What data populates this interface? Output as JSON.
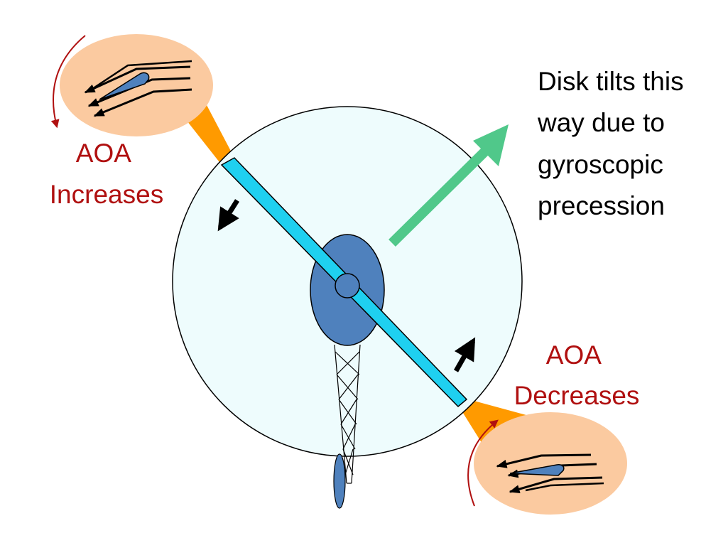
{
  "labels": {
    "aoa_increases": [
      "AOA",
      "Increases"
    ],
    "aoa_decreases": [
      "AOA",
      "Decreases"
    ],
    "disk_tilt": [
      "Disk tilts this",
      "way due to",
      "gyroscopic",
      "precession"
    ]
  },
  "colors": {
    "rotor_disk": "#eefcfd",
    "blade": "#1fd0f0",
    "hub": "#4f81bd",
    "callout_cone": "#ff9a00",
    "callout_bubble": "#fbcaa0",
    "precession_arrow": "#50c88a",
    "label_red": "#b01010",
    "rotation_arrow": "#b01010"
  },
  "icons": {
    "blade_motion_arrow": "arrow-icon",
    "rotation_arrow": "curved-arrow-icon",
    "precession_arrow": "arrow-icon"
  }
}
